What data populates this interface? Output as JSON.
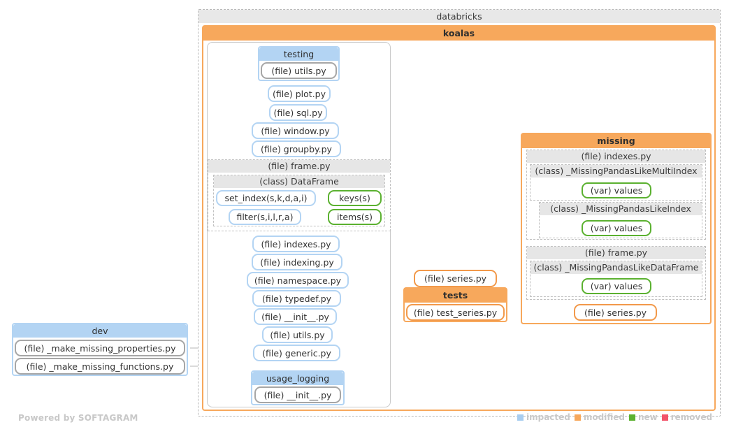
{
  "diagram": {
    "root_package": "databricks",
    "main_package": "koalas",
    "footer": "Powered by SOFTAGRAM",
    "legend": [
      {
        "label": "impacted",
        "color": "#a8cdf0"
      },
      {
        "label": "modified",
        "color": "#f7a85c"
      },
      {
        "label": "new",
        "color": "#5bb130"
      },
      {
        "label": "removed",
        "color": "#f2546b"
      }
    ],
    "colors": {
      "impacted": "#b3d4f3",
      "modified": "#f7a85c",
      "new": "#5bb130",
      "removed": "#f2546b",
      "unchanged": "#a6a6a6"
    }
  },
  "left_column": {
    "testing_group": {
      "title": "testing",
      "files": [
        "(file) utils.py"
      ]
    },
    "loose_files_top": [
      "(file) plot.py",
      "(file) sql.py",
      "(file) window.py",
      "(file) groupby.py"
    ],
    "frame_file": {
      "title": "(file) frame.py",
      "class": {
        "title": "(class) DataFrame",
        "methods": [
          {
            "from": "set_index(s,k,d,a,i)",
            "to": "keys(s)"
          },
          {
            "from": "filter(s,i,l,r,a)",
            "to": "items(s)"
          }
        ]
      }
    },
    "loose_files_bottom": [
      "(file) indexes.py",
      "(file) indexing.py",
      "(file) namespace.py",
      "(file) typedef.py",
      "(file) __init__.py",
      "(file) utils.py",
      "(file) generic.py"
    ],
    "usage_logging_group": {
      "title": "usage_logging",
      "files": [
        "(file) __init__.py"
      ]
    }
  },
  "center_column": {
    "series_file": "(file) series.py",
    "tests_group": {
      "title": "tests",
      "files": [
        "(file) test_series.py"
      ]
    }
  },
  "right_column": {
    "missing_group": {
      "title": "missing",
      "files": [
        {
          "title": "(file) indexes.py",
          "classes": [
            {
              "title": "(class) _MissingPandasLikeMultiIndex",
              "members": [
                "(var) values"
              ]
            },
            {
              "title": "(class) _MissingPandasLikeIndex",
              "members": [
                "(var) values"
              ]
            }
          ]
        },
        {
          "title": "(file) frame.py",
          "classes": [
            {
              "title": "(class) _MissingPandasLikeDataFrame",
              "members": [
                "(var) values"
              ]
            }
          ]
        }
      ],
      "series_file": "(file) series.py"
    }
  },
  "dev_group": {
    "title": "dev",
    "files": [
      "(file) _make_missing_properties.py",
      "(file) _make_missing_functions.py"
    ]
  }
}
